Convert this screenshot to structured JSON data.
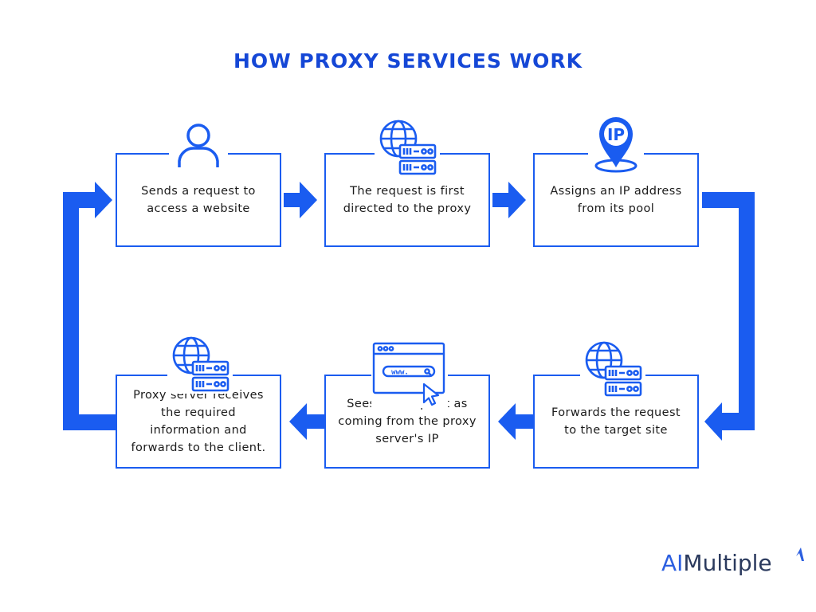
{
  "title": "HOW PROXY SERVICES WORK",
  "colors": {
    "accent": "#1a5cf0",
    "title": "#1547d6",
    "text": "#1b1b1b"
  },
  "steps": [
    {
      "text": "Sends  a request to\naccess a website",
      "icon": "user-icon"
    },
    {
      "text": "The request is first\ndirected to the proxy",
      "icon": "globe-server-icon"
    },
    {
      "text": "Assigns an IP address\nfrom its pool",
      "icon": "ip-location-pin-icon"
    },
    {
      "text": "Forwards the request\nto the target site",
      "icon": "globe-server-icon"
    },
    {
      "text": "Sees the request as\ncoming from the proxy\nserver's IP",
      "icon": "browser-window-icon"
    },
    {
      "text": "Proxy server receives\nthe required\ninformation and\nforwards to the client.",
      "icon": "globe-server-icon"
    }
  ],
  "icon_texts": {
    "ip_badge": "IP",
    "url_bar": "www."
  },
  "brand": {
    "ai": "AI",
    "rest": "Multiple"
  }
}
